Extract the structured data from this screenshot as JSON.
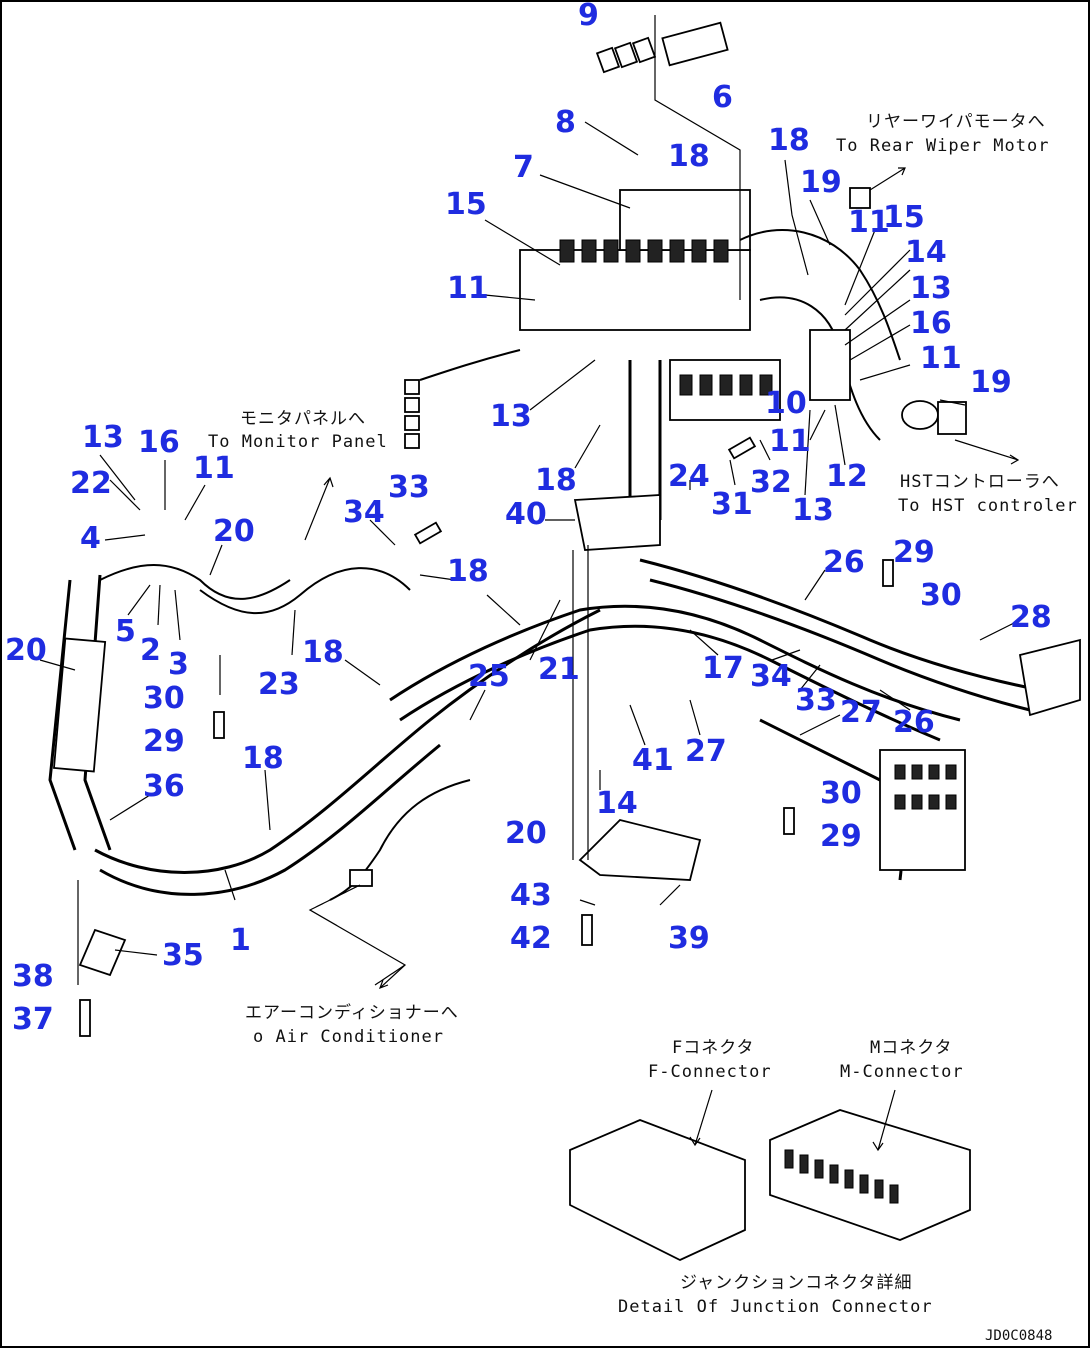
{
  "annotations": {
    "rear_wiper_jp": "リヤーワイパモータへ",
    "rear_wiper_en": "To Rear Wiper Motor",
    "monitor_jp": "モニタパネルへ",
    "monitor_en": "To Monitor Panel",
    "hst_jp": "HSTコントローラへ",
    "hst_en": "To HST controler",
    "aircon_jp": "エアーコンディショナーへ",
    "aircon_en": "o Air Conditioner",
    "f_connector_jp": "Fコネクタ",
    "f_connector_en": "F-Connector",
    "m_connector_jp": "Mコネクタ",
    "m_connector_en": "M-Connector",
    "detail_jp": "ジャンクションコネクタ詳細",
    "detail_en": "Detail Of Junction Connector"
  },
  "document_code": "JD0C0848",
  "callouts": {
    "c9": "9",
    "c6": "6",
    "c8": "8",
    "c7": "7",
    "c18a": "18",
    "c18b": "18",
    "c19a": "19",
    "c15a": "15",
    "c11a": "11",
    "c15b": "15",
    "c14a": "14",
    "c11b": "11",
    "c13a": "13",
    "c16a": "16",
    "c11c": "11",
    "c13b": "13",
    "c10": "10",
    "c11d": "11",
    "c19b": "19",
    "c18c": "18",
    "c24": "24",
    "c32": "32",
    "c12": "12",
    "c31": "31",
    "c13c": "13",
    "c40": "40",
    "c13d": "13",
    "c16b": "16",
    "c22": "22",
    "c11e": "11",
    "c4": "4",
    "c20a": "20",
    "c33a": "33",
    "c34a": "34",
    "c18d": "18",
    "c5": "5",
    "c2": "2",
    "c3": "3",
    "c20b": "20",
    "c23": "23",
    "c18e": "18",
    "c29a": "29",
    "c30a": "30",
    "c26a": "26",
    "c28": "28",
    "c30b": "30",
    "c29b": "29",
    "c25": "25",
    "c21": "21",
    "c17": "17",
    "c34b": "34",
    "c33b": "33",
    "c27a": "27",
    "c26b": "26",
    "c36": "36",
    "c18f": "18",
    "c41": "41",
    "c27b": "27",
    "c30c": "30",
    "c29c": "29",
    "c14b": "14",
    "c20c": "20",
    "c43": "43",
    "c39": "39",
    "c42": "42",
    "c1": "1",
    "c35": "35",
    "c38": "38",
    "c37": "37"
  }
}
